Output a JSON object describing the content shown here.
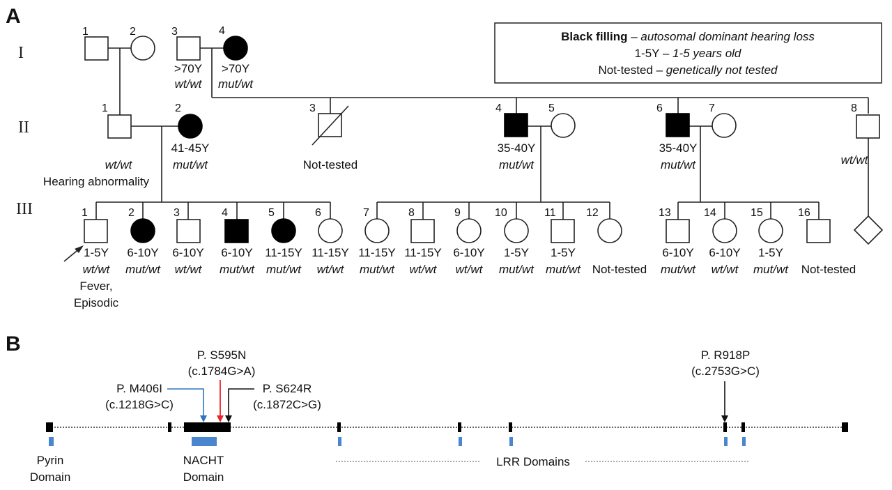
{
  "panels": {
    "a": "A",
    "b": "B"
  },
  "generations": [
    "I",
    "II",
    "III"
  ],
  "legend": {
    "line1_bold": "Black filling",
    "line1_rest": " – autosomal dominant hearing loss",
    "line2_plain": "1-5Y – ",
    "line2_italic": "1-5 years old",
    "line3_plain": "Not-tested – ",
    "line3_italic": "genetically not tested"
  },
  "gen1": [
    {
      "id": "1"
    },
    {
      "id": "2"
    },
    {
      "id": "3",
      "age": ">70Y",
      "genotype": "wt/wt"
    },
    {
      "id": "4",
      "age": ">70Y",
      "genotype": "mut/wt"
    }
  ],
  "gen2": [
    {
      "id": "1",
      "genotype": "wt/wt",
      "note": "Hearing abnormality"
    },
    {
      "id": "2",
      "age": "41-45Y",
      "genotype": "mut/wt"
    },
    {
      "id": "3",
      "note": "Not-tested"
    },
    {
      "id": "4",
      "age": "35-40Y",
      "genotype": "mut/wt"
    },
    {
      "id": "5"
    },
    {
      "id": "6",
      "age": "35-40Y",
      "genotype": "mut/wt"
    },
    {
      "id": "7"
    },
    {
      "id": "8",
      "genotype": "wt/wt"
    }
  ],
  "gen3": [
    {
      "id": "1",
      "age": "1-5Y",
      "genotype": "wt/wt",
      "note1": "Fever,",
      "note2": "Episodic"
    },
    {
      "id": "2",
      "age": "6-10Y",
      "genotype": "mut/wt"
    },
    {
      "id": "3",
      "age": "6-10Y",
      "genotype": "wt/wt"
    },
    {
      "id": "4",
      "age": "6-10Y",
      "genotype": "mut/wt"
    },
    {
      "id": "5",
      "age": "11-15Y",
      "genotype": "mut/wt"
    },
    {
      "id": "6",
      "age": "11-15Y",
      "genotype": "wt/wt"
    },
    {
      "id": "7",
      "age": "11-15Y",
      "genotype": "mut/wt"
    },
    {
      "id": "8",
      "age": "11-15Y",
      "genotype": "wt/wt"
    },
    {
      "id": "9",
      "age": "6-10Y",
      "genotype": "wt/wt"
    },
    {
      "id": "10",
      "age": "1-5Y",
      "genotype": "mut/wt"
    },
    {
      "id": "11",
      "age": "1-5Y",
      "genotype": "mut/wt"
    },
    {
      "id": "12",
      "note": "Not-tested"
    },
    {
      "id": "13",
      "age": "6-10Y",
      "genotype": "mut/wt"
    },
    {
      "id": "14",
      "age": "6-10Y",
      "genotype": "wt/wt"
    },
    {
      "id": "15",
      "age": "1-5Y",
      "genotype": "mut/wt"
    },
    {
      "id": "16",
      "note": "Not-tested"
    }
  ],
  "gene": {
    "variants": [
      {
        "name": "P. S595N",
        "cdna": "(c.1784G>A)",
        "color": "#e8232a"
      },
      {
        "name": "P. M406I",
        "cdna": "(c.1218G>C)",
        "color": "#2f73c0"
      },
      {
        "name": "P. S624R",
        "cdna": "(c.1872C>G)",
        "color": "#111111"
      },
      {
        "name": "P. R918P",
        "cdna": "(c.2753G>C)",
        "color": "#111111"
      }
    ],
    "domains": {
      "pyrin1": "Pyrin",
      "pyrin2": "Domain",
      "nacht1": "NACHT",
      "nacht2": "Domain",
      "lrr": "LRR Domains"
    },
    "domain_color": "#4a86d0"
  }
}
